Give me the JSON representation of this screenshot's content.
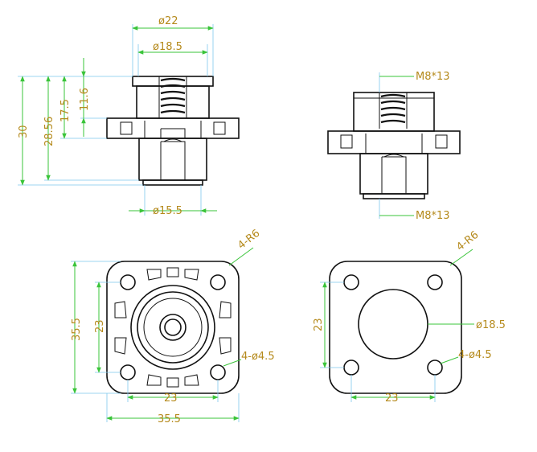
{
  "dimensions": {
    "front_top_outer_dia": "ø22",
    "front_top_inner_dia": "ø18.5",
    "front_bottom_dia": "ø15.5",
    "height_total": "30",
    "height_28": "28.56",
    "height_17": "17.5",
    "height_11": "11.6",
    "side_thread_top": "M8*13",
    "side_thread_bottom": "M8*13",
    "bottom_corner_radius": "4-R6",
    "bottom_hole": "4-ø4.5",
    "bottom_width_outer": "35.5",
    "bottom_width_inner": "23",
    "bottom_height_outer": "35.5",
    "bottom_height_inner": "23",
    "panel_corner_radius": "4-R6",
    "panel_hole_center": "ø18.5",
    "panel_hole": "4-ø4.5",
    "panel_width_inner": "23",
    "panel_height_inner": "23"
  },
  "colors": {
    "outline": "#111111",
    "dimension": "#3ac43a",
    "extension": "#7ec8ee",
    "label": "#b58a1c"
  }
}
